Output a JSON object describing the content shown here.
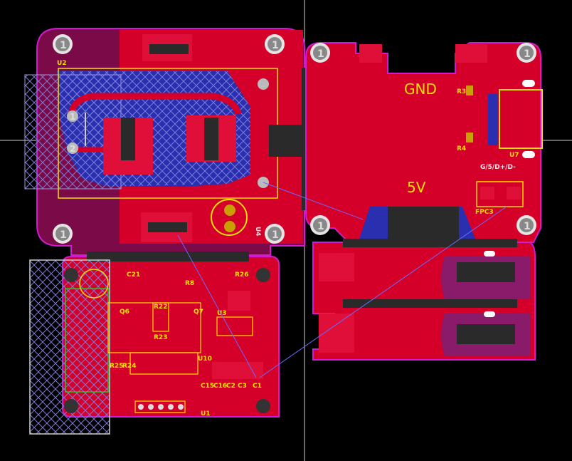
{
  "window": {
    "title": "PCB Editor - 2D View"
  },
  "colors": {
    "background": "#000000",
    "top_copper": "#d4002a",
    "bottom_copper": "#2a2fb0",
    "board_outline": "#d11ad1",
    "silkscreen": "#f2e100",
    "keepout_hatch": "#7b7bd8"
  },
  "labels": {
    "gnd": "GND",
    "v5": "5V",
    "usb_pins": "G/5/D+/D-",
    "u2": "U2",
    "u4": "U4",
    "u7": "U7",
    "u1": "U1",
    "u3": "U3",
    "u10": "U10",
    "fpc3": "FPC3",
    "r3": "R3",
    "r4": "R4",
    "r8": "R8",
    "r22": "R22",
    "r23": "R23",
    "r24": "R24",
    "r25": "R25",
    "r26": "R26",
    "q6": "Q6",
    "q7": "Q7",
    "c1": "C1",
    "c2": "C2",
    "c3": "C3",
    "c15": "C15",
    "c16": "C16",
    "c21": "C21"
  },
  "mounting_holes": {
    "label": "1"
  },
  "pin_labels": {
    "p1": "1",
    "p2": "2"
  }
}
